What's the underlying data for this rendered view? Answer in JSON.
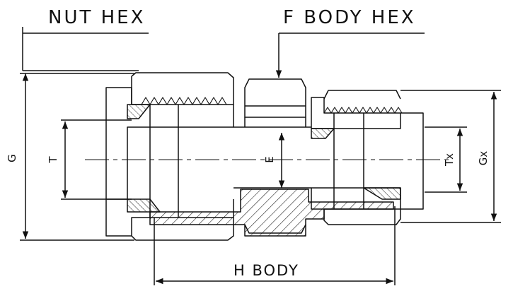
{
  "labels": {
    "nut_hex": "NUT HEX",
    "body_hex": "F BODY HEX",
    "h_body": "H BODY",
    "g": "G",
    "t": "T",
    "e": "E",
    "tx": "Tx",
    "gx": "Gx"
  },
  "colors": {
    "line": "#111111",
    "background": "#ffffff"
  }
}
